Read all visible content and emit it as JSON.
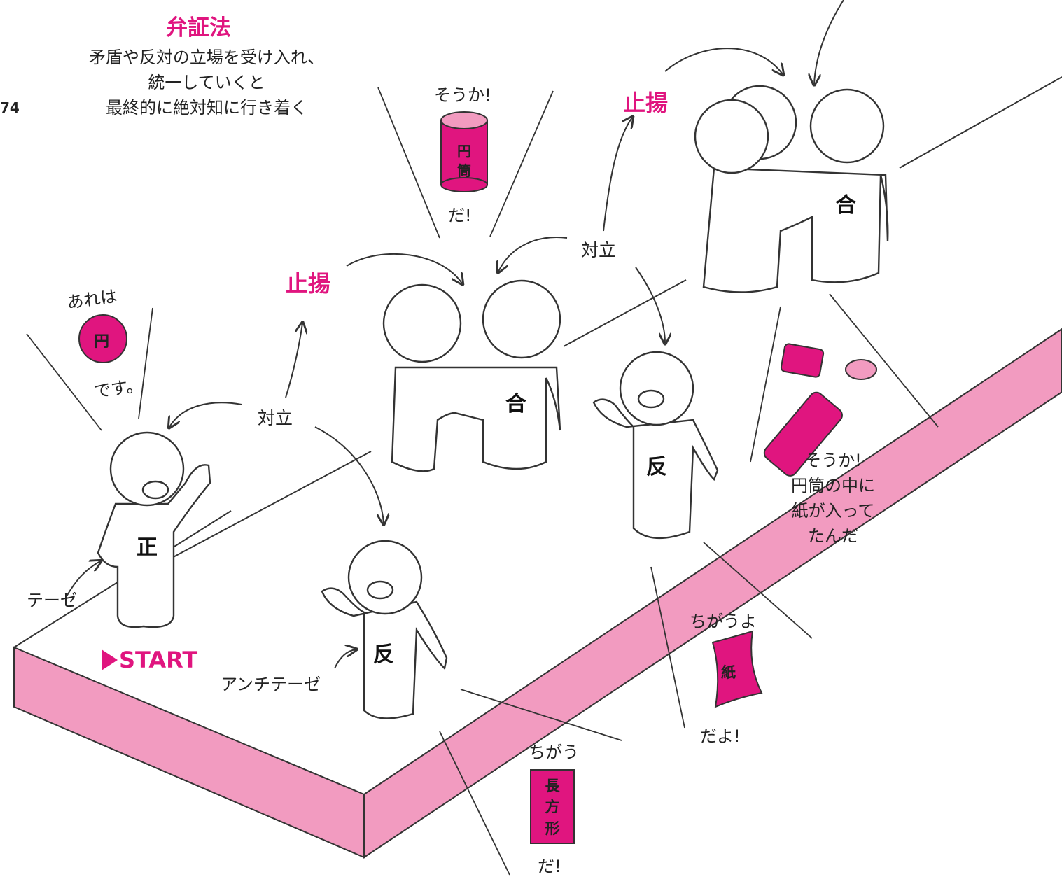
{
  "header": {
    "title": "弁証法",
    "description": [
      "矛盾や反対の立場を受け入れ、",
      "統一していくと",
      "最終的に絶対知に行き着く"
    ],
    "page_number": "74"
  },
  "labels": {
    "sublation_1": "止揚",
    "sublation_2": "止揚",
    "opposition_1": "対立",
    "opposition_2": "対立",
    "thesis": "テーゼ",
    "antithesis": "アンチテーゼ",
    "start": "START"
  },
  "shirts": {
    "thesis": "正",
    "antithesis_1": "反",
    "synthesis_1": "合",
    "antithesis_2": "反",
    "synthesis_2": "合"
  },
  "speech": {
    "circle": {
      "before": "あれは",
      "prop": "円",
      "after": "です。"
    },
    "cylinder": {
      "before": "そうか!",
      "prop": [
        "円",
        "筒"
      ],
      "after": "だ!"
    },
    "paper": {
      "before": "ちがうよ",
      "prop": "紙",
      "after": "だよ!"
    },
    "rectangle": {
      "before": "ちがう",
      "prop": [
        "長",
        "方",
        "形"
      ],
      "after": "だ!"
    },
    "realization": [
      "そうか!",
      "円筒の中に",
      "紙が入って",
      "たんだ"
    ]
  },
  "colors": {
    "accent": "#e0157f",
    "platform": "#f29bc0",
    "ink": "#333333"
  }
}
